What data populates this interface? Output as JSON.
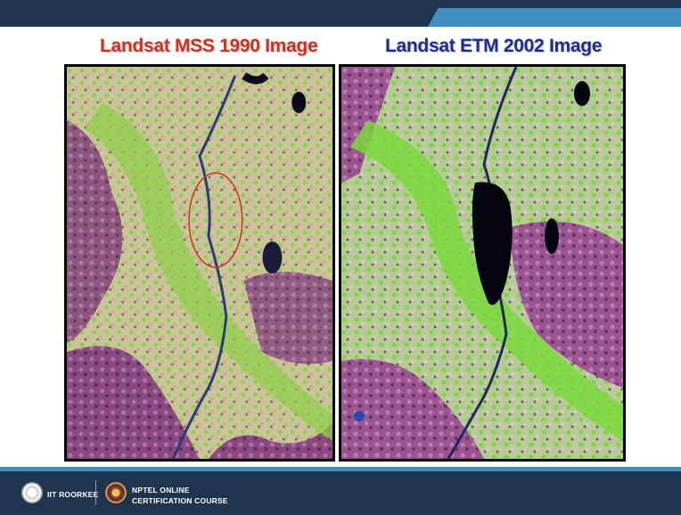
{
  "slide": {
    "title_left": "Landsat MSS 1990 Image",
    "title_right": "Landsat ETM 2002 Image"
  },
  "images": [
    {
      "name": "landsat-mss-1990",
      "dominant_colors": [
        "#8fcf4a",
        "#a0608f",
        "#d9c9a8",
        "#2a3a6a"
      ]
    },
    {
      "name": "landsat-etm-2002",
      "dominant_colors": [
        "#7ad83c",
        "#a05a9a",
        "#c9d4b0",
        "#0a0a1a"
      ]
    }
  ],
  "annotation": {
    "shape": "ellipse",
    "color": "#d0321f"
  },
  "footer": {
    "institute": "IIT ROORKEE",
    "course_line1": "NPTEL ONLINE",
    "course_line2": "CERTIFICATION COURSE"
  },
  "colors": {
    "header_bar": "#1e3550",
    "accent": "#3f8fc2",
    "title_left": "#d0321f",
    "title_right": "#1c2a9c"
  }
}
